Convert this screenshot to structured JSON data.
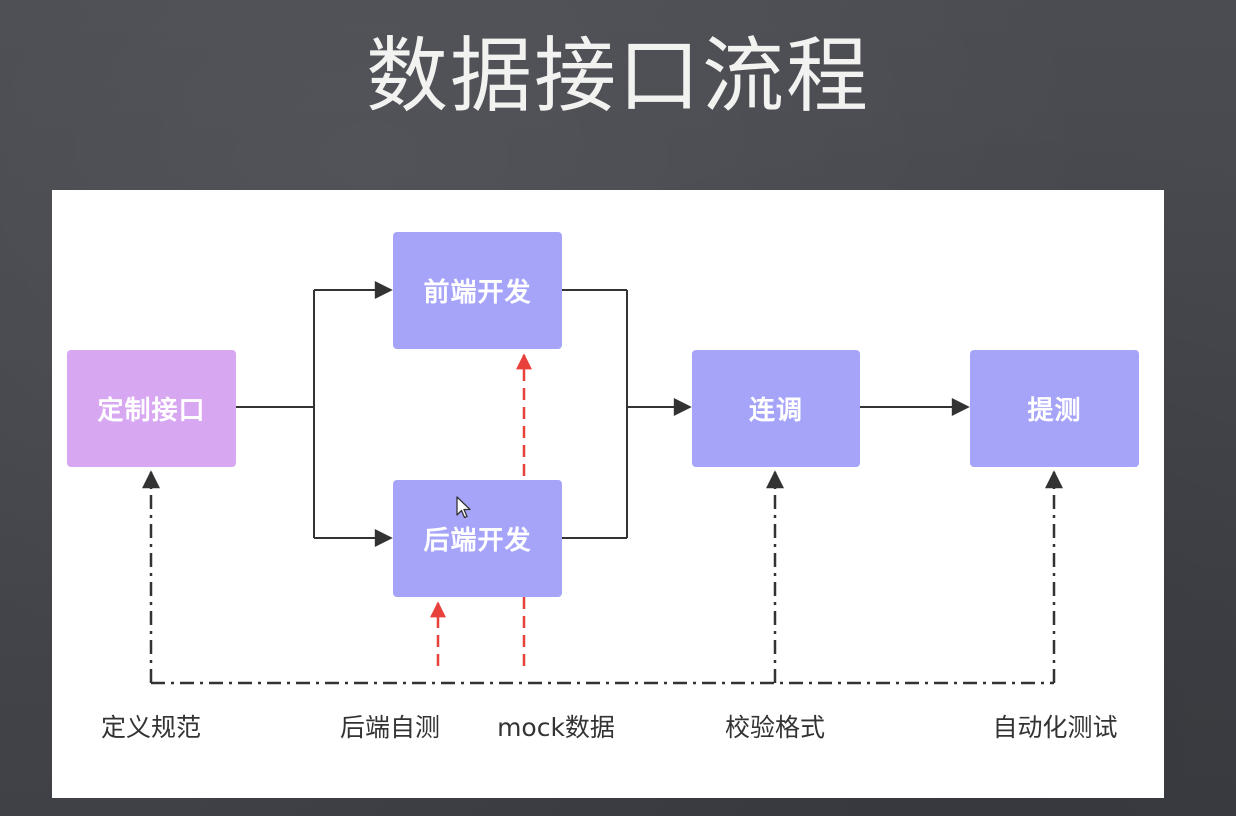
{
  "title": "数据接口流程",
  "nodes": {
    "define": "定制接口",
    "frontend": "前端开发",
    "backend": "后端开发",
    "integrate": "连调",
    "submit": "提测"
  },
  "labels": {
    "spec": "定义规范",
    "selftest": "后端自测",
    "mock": "mock数据",
    "validate": "校验格式",
    "autotest": "自动化测试"
  },
  "colors": {
    "node": "#a6a4f9",
    "start_node": "#d8a7f2",
    "arrow": "#333333",
    "red_arrow": "#e8403a",
    "background": "#45474d",
    "panel": "#ffffff"
  }
}
